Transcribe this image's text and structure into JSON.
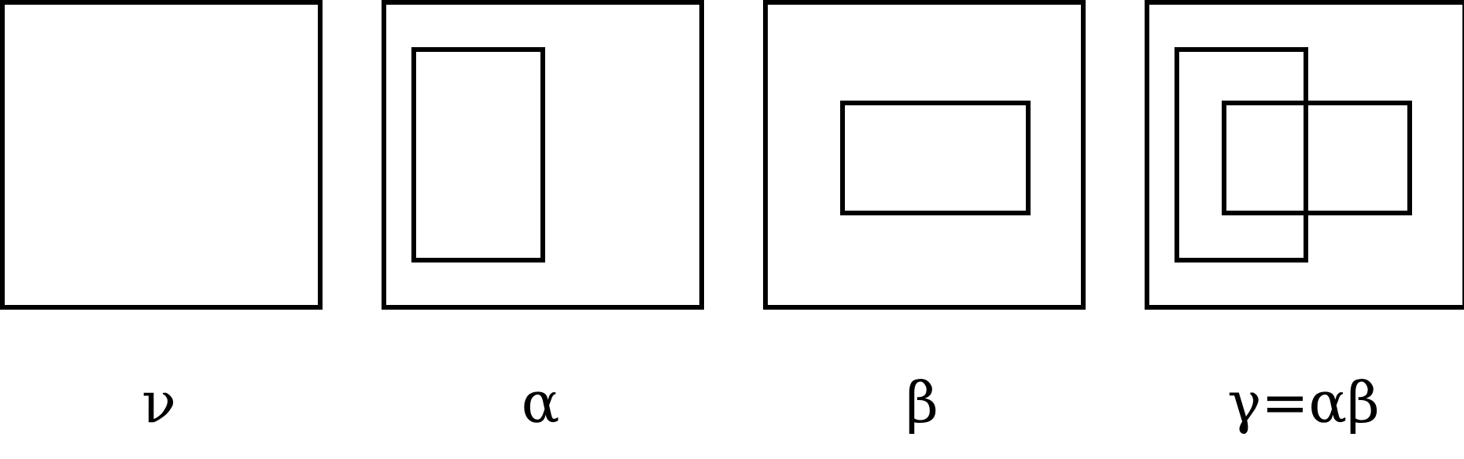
{
  "panels": [
    {
      "label": "ν"
    },
    {
      "label": "α"
    },
    {
      "label": "β"
    },
    {
      "label": "γ=αβ"
    }
  ]
}
